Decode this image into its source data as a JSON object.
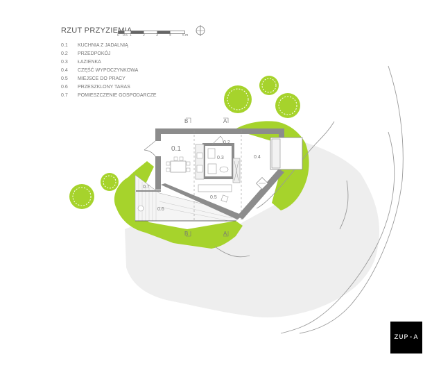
{
  "header": {
    "title": "RZUT PRZYZIEMIA",
    "scale_labels": [
      "0",
      "0.5",
      "1",
      "2",
      "3",
      "4",
      "5 m"
    ]
  },
  "legend": [
    {
      "code": "0.1",
      "label": "KUCHNIA Z JADALNIĄ"
    },
    {
      "code": "0.2",
      "label": "PRZEDPOKÓJ"
    },
    {
      "code": "0.3",
      "label": "ŁAZIENKA"
    },
    {
      "code": "0.4",
      "label": "CZĘŚĆ WYPOCZYNKOWA"
    },
    {
      "code": "0.5",
      "label": "MIEJSCE DO PRACY"
    },
    {
      "code": "0.6",
      "label": "PRZESZKLONY TARAS"
    },
    {
      "code": "0.7",
      "label": "POMIESZCZENIE GOSPODARCZE"
    }
  ],
  "plan": {
    "room_labels": {
      "r01": "0.1",
      "r02": "0.2",
      "r03": "0.3",
      "r04": "0.4",
      "r05": "0.5",
      "r06": "0.6",
      "r07": "0.7"
    },
    "section_marks": {
      "b_top": "B",
      "a_top": "A",
      "b_bottom": "B",
      "a_bottom": "A"
    }
  },
  "logo": {
    "text": "ZUP-A"
  },
  "colors": {
    "green": "#a6d32c",
    "terrain": "#eeeeee",
    "wall": "#8c8c8c",
    "contour": "#9a9a9a"
  }
}
